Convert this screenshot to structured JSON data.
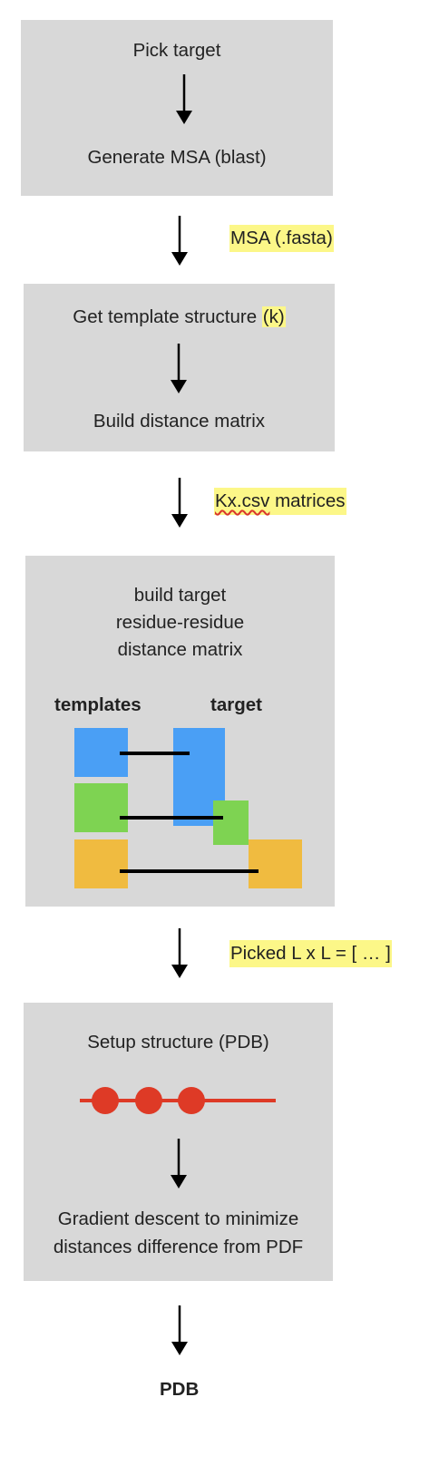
{
  "step1": {
    "line1": "Pick target",
    "line2": "Generate MSA (blast)"
  },
  "output1": {
    "label": "MSA (.fasta)"
  },
  "step2": {
    "line1_main": "Get template structure ",
    "line1_highlight": "(k)",
    "line2": "Build distance matrix"
  },
  "output2": {
    "label_squiggle": "Kx.csv",
    "label_rest": " matrices"
  },
  "step3": {
    "title_line1": "build target",
    "title_line2": "residue-residue",
    "title_line3": "distance matrix",
    "templates_label": "templates",
    "target_label": "target"
  },
  "output3": {
    "label": "Picked L x L = [ … ]"
  },
  "step4": {
    "line1": "Setup structure (PDB)",
    "line2a": "Gradient descent to minimize",
    "line2b": "distances difference from PDF"
  },
  "final_output": {
    "label": "PDB"
  },
  "colors": {
    "box_gray": "#d8d8d8",
    "highlight_yellow": "#fcf788",
    "blue": "#4a9ff5",
    "green": "#7ed352",
    "orange": "#f0bb40",
    "red": "#de3a26"
  }
}
